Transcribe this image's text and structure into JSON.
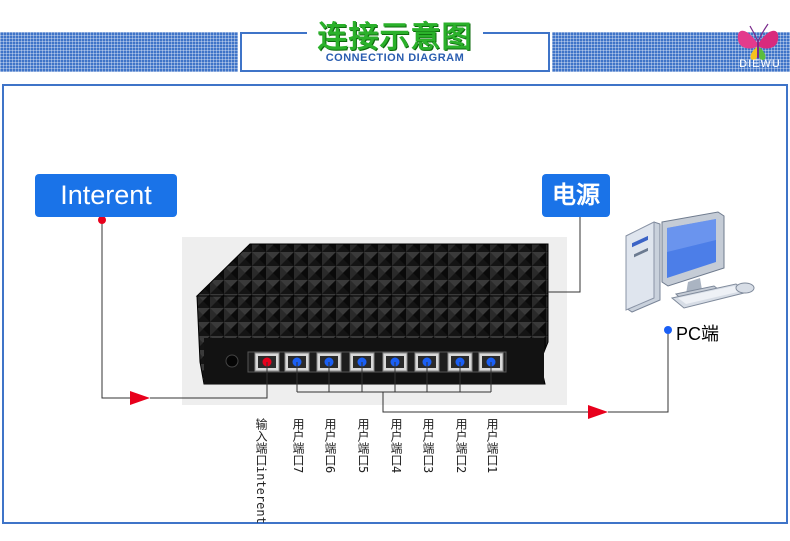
{
  "header": {
    "title_cn": "连接示意图",
    "title_en": "CONNECTION  DIAGRAM",
    "logo_text": "DIEWU"
  },
  "labels": {
    "internet": "Interent",
    "power": "电源",
    "pc": "PC端"
  },
  "ports": [
    {
      "label": "输入端口interent",
      "dot_color": "#e8001c"
    },
    {
      "label": "用户端口7",
      "dot_color": "#1a5ff5"
    },
    {
      "label": "用户端口6",
      "dot_color": "#1a5ff5"
    },
    {
      "label": "用户端口5",
      "dot_color": "#1a5ff5"
    },
    {
      "label": "用户端口4",
      "dot_color": "#1a5ff5"
    },
    {
      "label": "用户端口3",
      "dot_color": "#1a5ff5"
    },
    {
      "label": "用户端口2",
      "dot_color": "#1a5ff5"
    },
    {
      "label": "用户端口1",
      "dot_color": "#1a5ff5"
    }
  ],
  "colors": {
    "accent": "#3f74c8",
    "label_bg": "#1a73e8",
    "arrow": "#e8001c",
    "title_green": "#2bb12b"
  }
}
